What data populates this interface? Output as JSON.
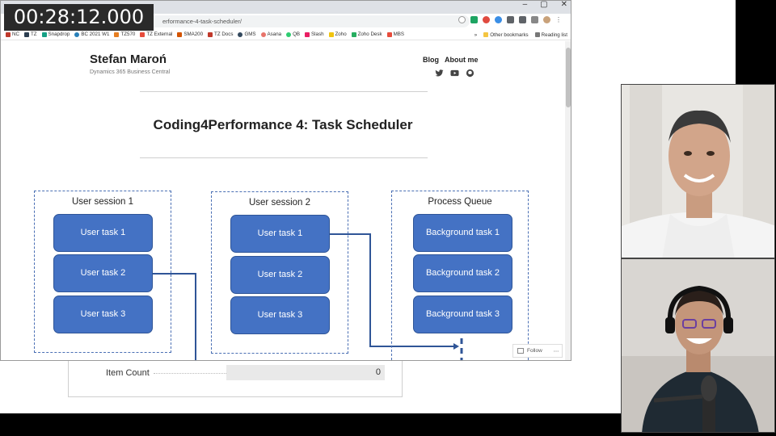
{
  "timer": "00:28:12.000",
  "browser": {
    "url": "erformance-4-task-scheduler/",
    "bookmarks": [
      "NC",
      "TZ",
      "Snapdrop",
      "BC 2021 W1",
      "TZ570",
      "TZ External",
      "SMA200",
      "TZ Docs",
      "GMS",
      "Asana",
      "QB",
      "Slash",
      "Zoho",
      "Zoho Desk",
      "MBS"
    ],
    "bookmarks_right": [
      "Other bookmarks",
      "Reading list"
    ],
    "window_controls": [
      "–",
      "▢",
      "✕"
    ]
  },
  "site": {
    "title": "Stefan Maroń",
    "tagline": "Dynamics 365 Business Central",
    "nav": {
      "blog": "Blog",
      "about": "About me"
    },
    "social_icons": [
      "twitter-icon",
      "youtube-icon",
      "github-icon"
    ]
  },
  "post": {
    "title": "Coding4Performance 4: Task Scheduler"
  },
  "diagram": {
    "sessions": [
      {
        "title": "User session 1",
        "tasks": [
          "User task 1",
          "User task 2",
          "User task 3"
        ]
      },
      {
        "title": "User session 2",
        "tasks": [
          "User task 1",
          "User task 2",
          "User task 3"
        ]
      },
      {
        "title": "Process Queue",
        "tasks": [
          "Background task 1",
          "Background task 2",
          "Background task 3"
        ]
      }
    ],
    "line_color": "#2f5597",
    "task_color": "#4472c4"
  },
  "follow": {
    "label": "Follow",
    "more": "⋯"
  },
  "behind_panel": {
    "label": "Item Count",
    "value": "0"
  },
  "webcams": {
    "top": "host-webcam",
    "bottom": "guest-webcam"
  }
}
